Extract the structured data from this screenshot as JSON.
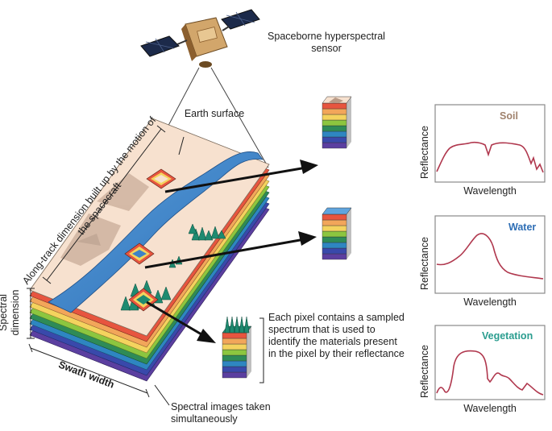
{
  "labels": {
    "sensor": "Spaceborne hyperspectral sensor",
    "earth": "Earth surface",
    "along_track": "Along-track dimension built up by the motion of the spacecraft",
    "spectral_dimension": "Spectral dimension",
    "swath": "Swath width",
    "simultaneous": "Spectral images taken simultaneously",
    "pixel_note": "Each pixel contains a sampled spectrum that is used to identify the materials present in the pixel by their reflectance"
  },
  "graphs": [
    {
      "material": "Soil",
      "xlabel": "Wavelength",
      "ylabel": "Reflectance",
      "color": "#a0826d"
    },
    {
      "material": "Water",
      "xlabel": "Wavelength",
      "ylabel": "Reflectance",
      "color": "#2e6eb5"
    },
    {
      "material": "Vegetation",
      "xlabel": "Wavelength",
      "ylabel": "Reflectance",
      "color": "#2a9d8f"
    }
  ],
  "colors": {
    "layers": [
      "#e7553f",
      "#f2a65a",
      "#f4d35e",
      "#8cc63f",
      "#2e8b57",
      "#2e86c1",
      "#3949ab",
      "#5b3fa0"
    ],
    "surface": "#f7e1cf",
    "river": "#3d82c7",
    "curve": "#b0384e"
  }
}
